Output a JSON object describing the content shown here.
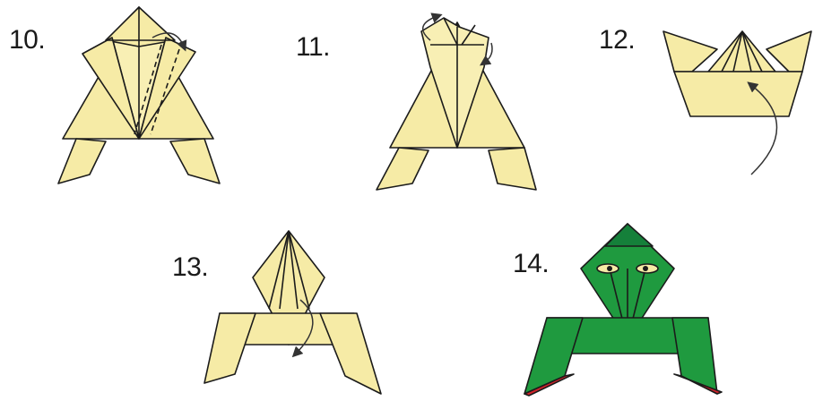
{
  "steps": [
    {
      "label": "10."
    },
    {
      "label": "11."
    },
    {
      "label": "12."
    },
    {
      "label": "13."
    },
    {
      "label": "14."
    }
  ],
  "colors": {
    "paper": "#f6eba6",
    "paper_shade": "#efe09a",
    "outline": "#1b1b1b",
    "frog_green": "#1f9a3f",
    "frog_green_dark": "#15803a",
    "frog_red": "#d2232a",
    "arrow": "#333333"
  }
}
